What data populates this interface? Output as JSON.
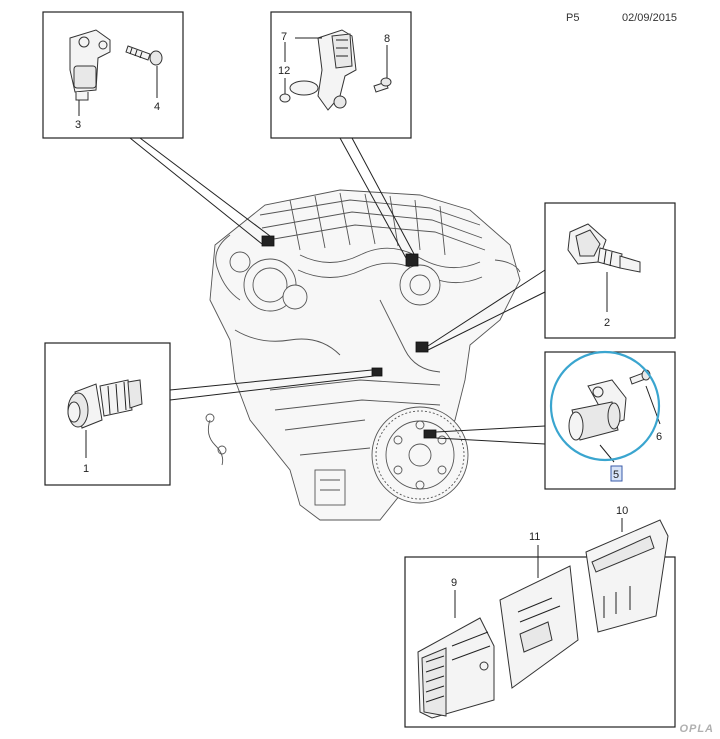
{
  "header": {
    "page_ref": "P5",
    "date": "02/09/2015"
  },
  "callouts": {
    "c1": "1",
    "c2": "2",
    "c3": "3",
    "c4": "4",
    "c5": "5",
    "c6": "6",
    "c7": "7",
    "c8": "8",
    "c9": "9",
    "c10": "10",
    "c11": "11",
    "c12": "12"
  },
  "highlighted_part": "5",
  "colors": {
    "highlight_ring": "#3aa5cf",
    "label_highlight": "#3a5ba8",
    "line": "#222222"
  },
  "watermark": "OPLA"
}
